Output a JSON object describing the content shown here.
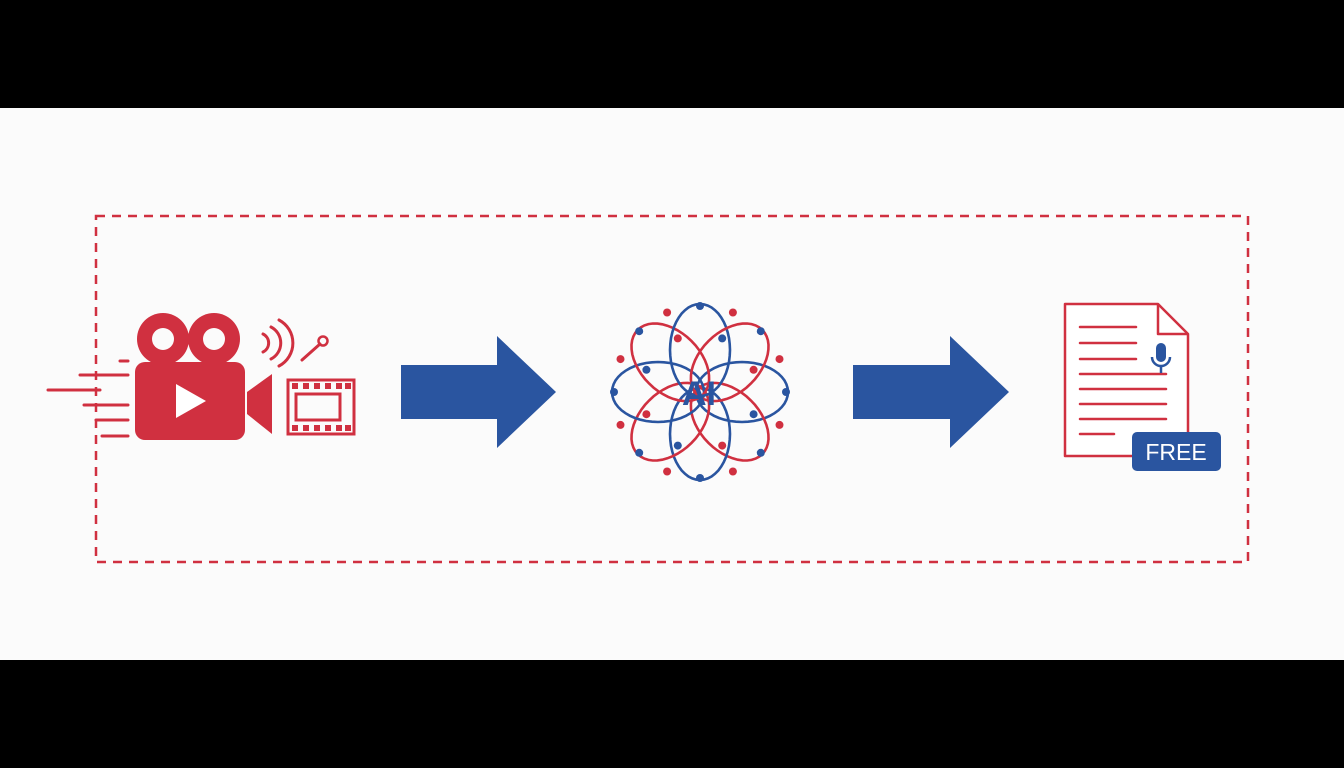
{
  "colors": {
    "red": "#d03040",
    "blue": "#2a55a0",
    "canvas": "#fbfbfb",
    "letterbox": "#000000"
  },
  "steps": [
    {
      "id": "video",
      "icon": "video-camera-icon"
    },
    {
      "id": "ai",
      "icon": "ai-network-icon",
      "label": "AI"
    },
    {
      "id": "document",
      "icon": "transcript-document-icon",
      "badge": "FREE"
    }
  ],
  "arrows": [
    {
      "from": "video",
      "to": "ai",
      "color": "blue"
    },
    {
      "from": "ai",
      "to": "document",
      "color": "blue"
    }
  ],
  "frame": {
    "style": "dashed",
    "color": "red"
  }
}
